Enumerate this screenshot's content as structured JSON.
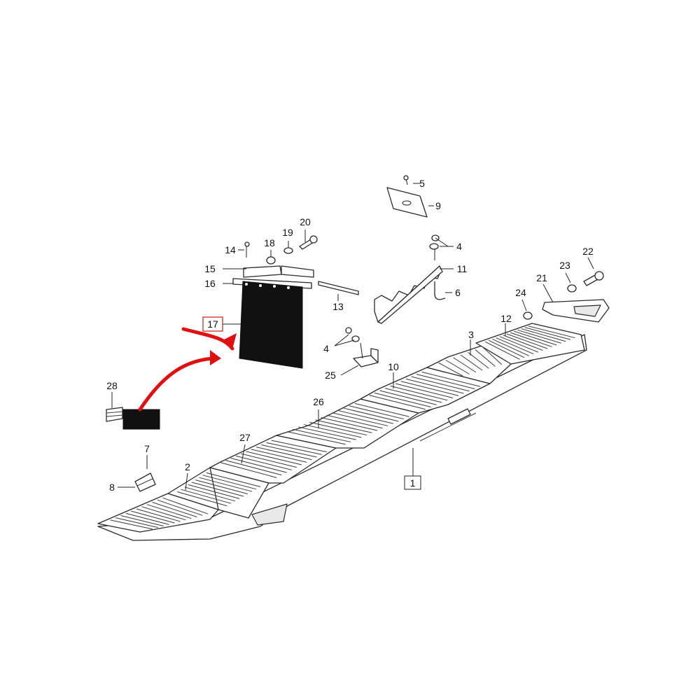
{
  "colors": {
    "background": "#ffffff",
    "line": "#2a2a2a",
    "rubber": "#111111",
    "highlight_arrow": "#e01010",
    "highlight_box": "#d01818"
  },
  "callouts": [
    {
      "id": "c1",
      "text": "1",
      "boxed": true
    },
    {
      "id": "c2",
      "text": "2"
    },
    {
      "id": "c3",
      "text": "3"
    },
    {
      "id": "c4a",
      "text": "4"
    },
    {
      "id": "c4b",
      "text": "4"
    },
    {
      "id": "c5",
      "text": "5"
    },
    {
      "id": "c6",
      "text": "6"
    },
    {
      "id": "c7",
      "text": "7"
    },
    {
      "id": "c8",
      "text": "8"
    },
    {
      "id": "c9",
      "text": "9"
    },
    {
      "id": "c10",
      "text": "10"
    },
    {
      "id": "c11",
      "text": "11"
    },
    {
      "id": "c12",
      "text": "12"
    },
    {
      "id": "c13",
      "text": "13"
    },
    {
      "id": "c14",
      "text": "14"
    },
    {
      "id": "c15",
      "text": "15"
    },
    {
      "id": "c16",
      "text": "16"
    },
    {
      "id": "c17",
      "text": "17",
      "boxed": true,
      "highlighted": true
    },
    {
      "id": "c18",
      "text": "18"
    },
    {
      "id": "c19",
      "text": "19"
    },
    {
      "id": "c20",
      "text": "20"
    },
    {
      "id": "c21",
      "text": "21"
    },
    {
      "id": "c22",
      "text": "22"
    },
    {
      "id": "c23",
      "text": "23"
    },
    {
      "id": "c24",
      "text": "24"
    },
    {
      "id": "c25",
      "text": "25"
    },
    {
      "id": "c26",
      "text": "26"
    },
    {
      "id": "c27",
      "text": "27"
    },
    {
      "id": "c28",
      "text": "28"
    }
  ]
}
